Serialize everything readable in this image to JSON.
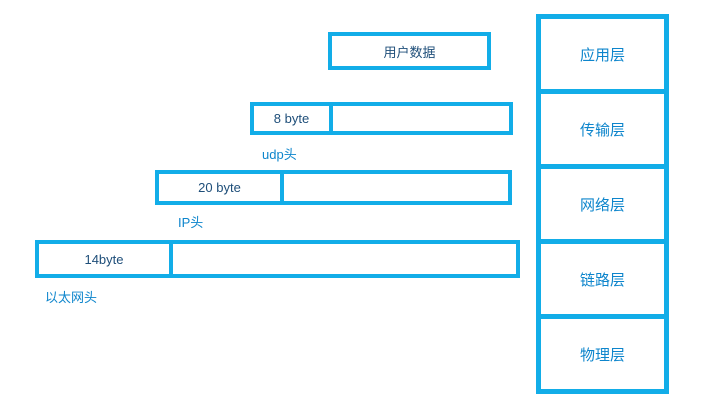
{
  "diagram": {
    "title": "udp-packet-encapsulation",
    "colors": {
      "border": "#12ade8",
      "caption_text": "#0d85cc",
      "box_text": "#1e4e79",
      "background": "#ffffff"
    },
    "rows": [
      {
        "box_label": "用户数据",
        "caption": ""
      },
      {
        "box_label": "8 byte",
        "caption": "udp头"
      },
      {
        "box_label": "20 byte",
        "caption": "IP头"
      },
      {
        "box_label": "14byte",
        "caption": "以太网头"
      }
    ],
    "layers": [
      {
        "label": "应用层"
      },
      {
        "label": "传输层"
      },
      {
        "label": "网络层"
      },
      {
        "label": "链路层"
      },
      {
        "label": "物理层"
      }
    ]
  }
}
